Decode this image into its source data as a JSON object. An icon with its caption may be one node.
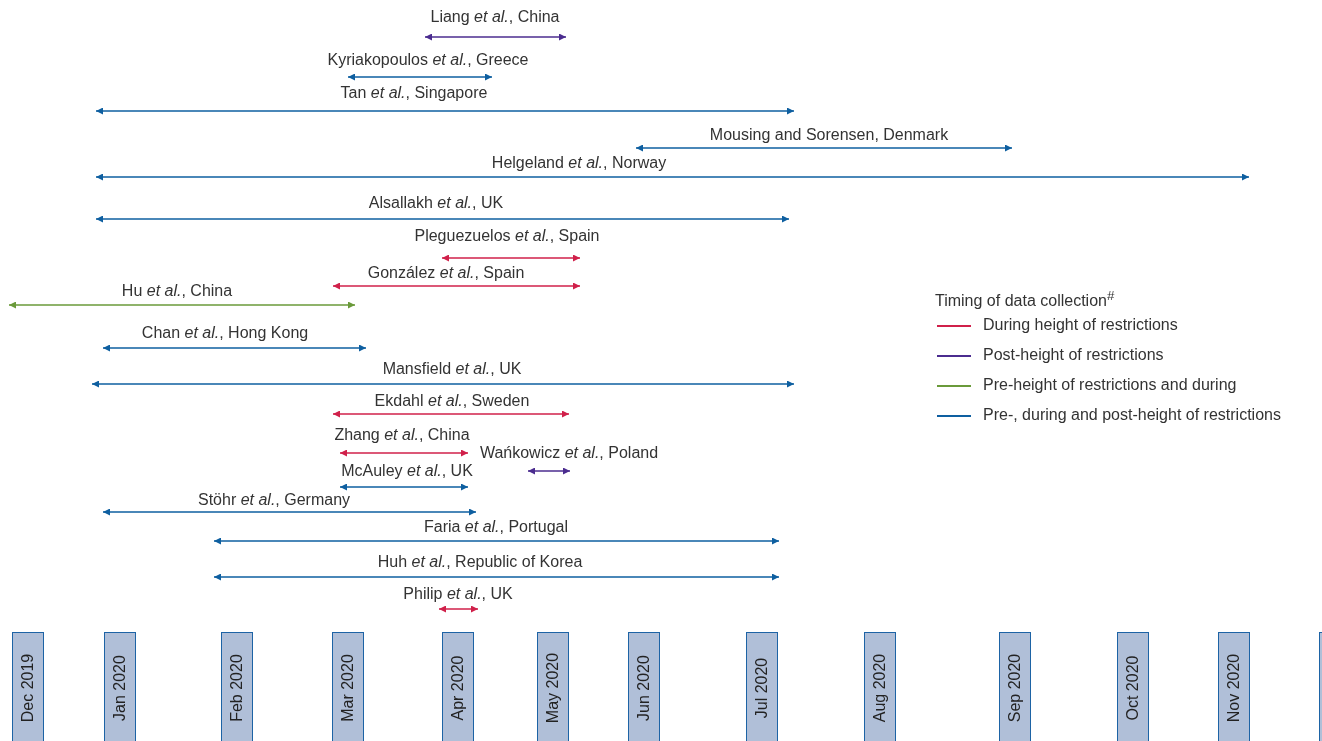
{
  "diagram": {
    "labels": [
      "Liang *et al.*, China",
      "Kyriakopoulos *et al.*, Greece",
      "Tan *et al.*, Singapore",
      "Mousing and Sorensen, Denmark",
      "Helgeland *et al.*, Norway",
      "Alsallakh *et al.*, UK",
      "Pleguezuelos *et al.*, Spain",
      "González *et al.*, Spain",
      "Hu *et al.*, China",
      "Chan *et al.*, Hong Kong",
      "Mansfield *et al.*, UK",
      "Ekdahl *et al.*, Sweden",
      "Zhang *et al.*, China",
      "Wańkowicz *et al.*, Poland",
      "McAuley *et al.*, UK",
      "Stöhr *et al.*, Germany",
      "Faria *et al.*, Portugal",
      "Huh *et al.*, Republic of Korea",
      "Philip *et al.*, UK",
      "Timing of data collection$^{#}$",
      "Dec 2019",
      "Jan 2020",
      "Feb 2020",
      "Mar 2020",
      "Apr 2020",
      "May 2020",
      "Jun 2020",
      "Jul 2020",
      "Aug 2020",
      "Sep 2020",
      "Oct 2020",
      "Nov 2020"
    ],
    "legend": [
      {
        "text": "During height of restrictions",
        "color": "#d0204a"
      },
      {
        "text": "Post-height of restrictions",
        "color": "#4b2c8f"
      },
      {
        "text": "Pre-height of restrictions and during",
        "color": "#6a9a3a"
      },
      {
        "text": "Pre-, during and post-height of restrictions",
        "color": "#0e5fa0"
      }
    ]
  }
}
